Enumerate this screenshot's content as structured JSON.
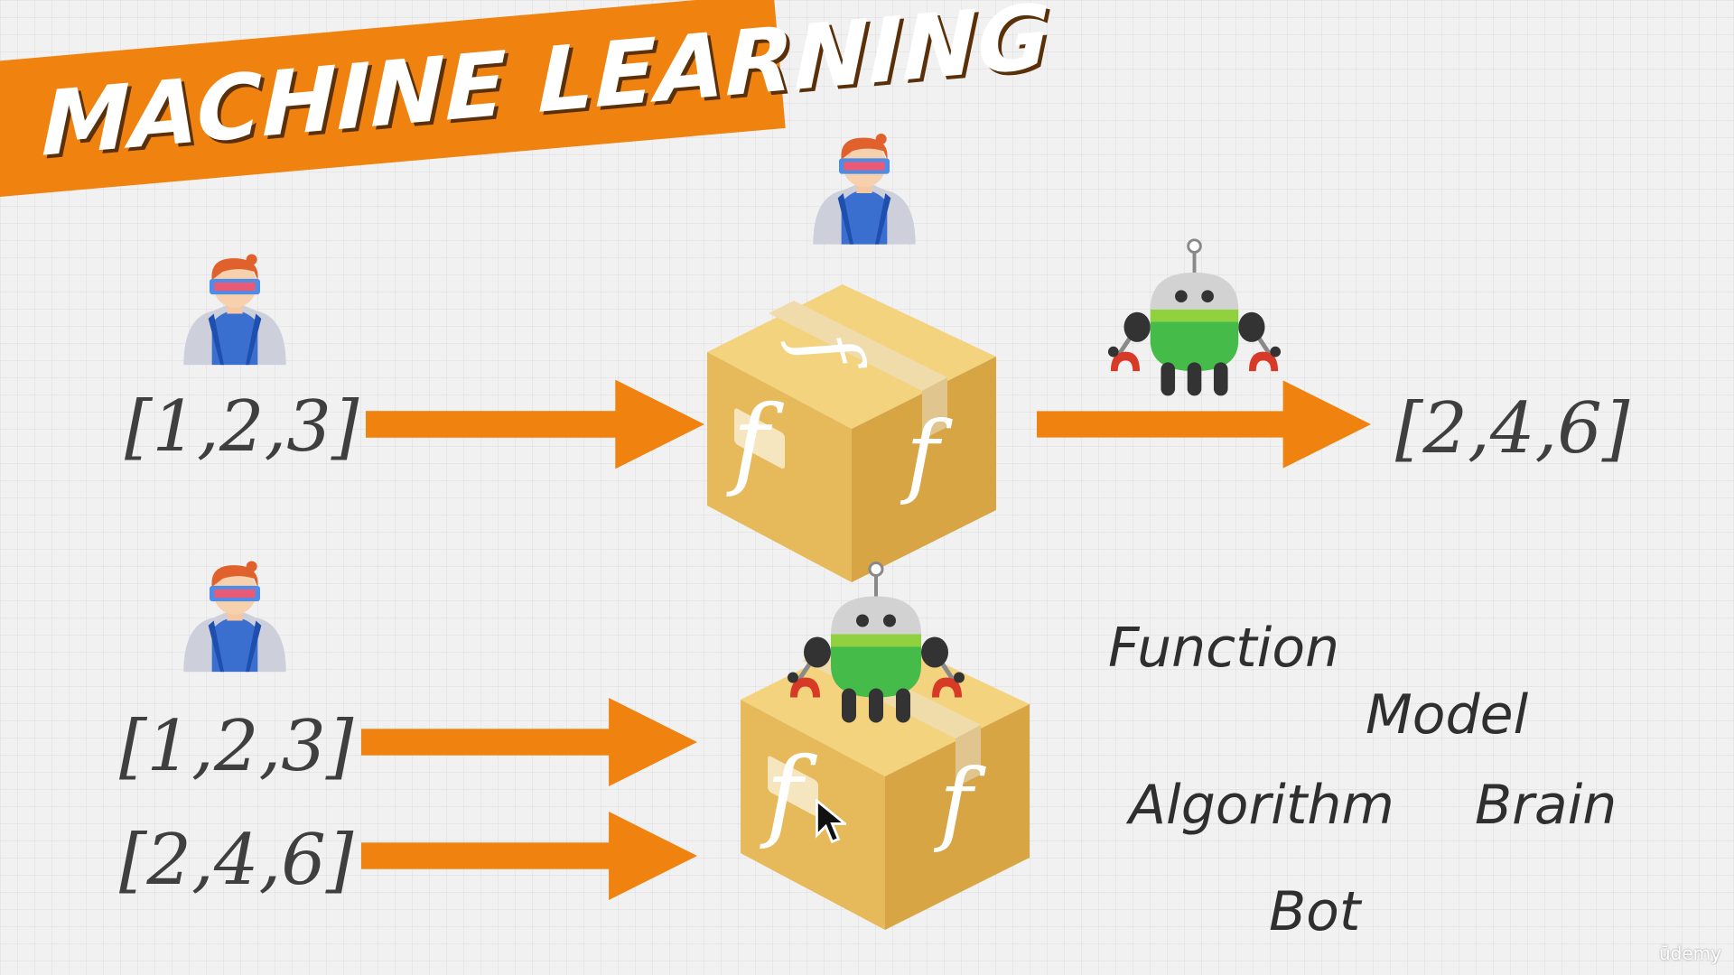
{
  "title": "MACHINE LEARNING",
  "top_row": {
    "input": "[1,2,3]",
    "output": "[2,4,6]"
  },
  "bottom_row": {
    "input_1": "[1,2,3]",
    "input_2": "[2,4,6]"
  },
  "box_symbol": "f",
  "terms": [
    "Function",
    "Model",
    "Algorithm",
    "Brain",
    "Bot"
  ],
  "watermark": "ūdemy",
  "colors": {
    "accent_orange": "#f0820f",
    "box_tan": "#e6b95a",
    "robot_green": "#45bb4a",
    "person_blue": "#3a6fd0",
    "hair": "#e0612c"
  }
}
